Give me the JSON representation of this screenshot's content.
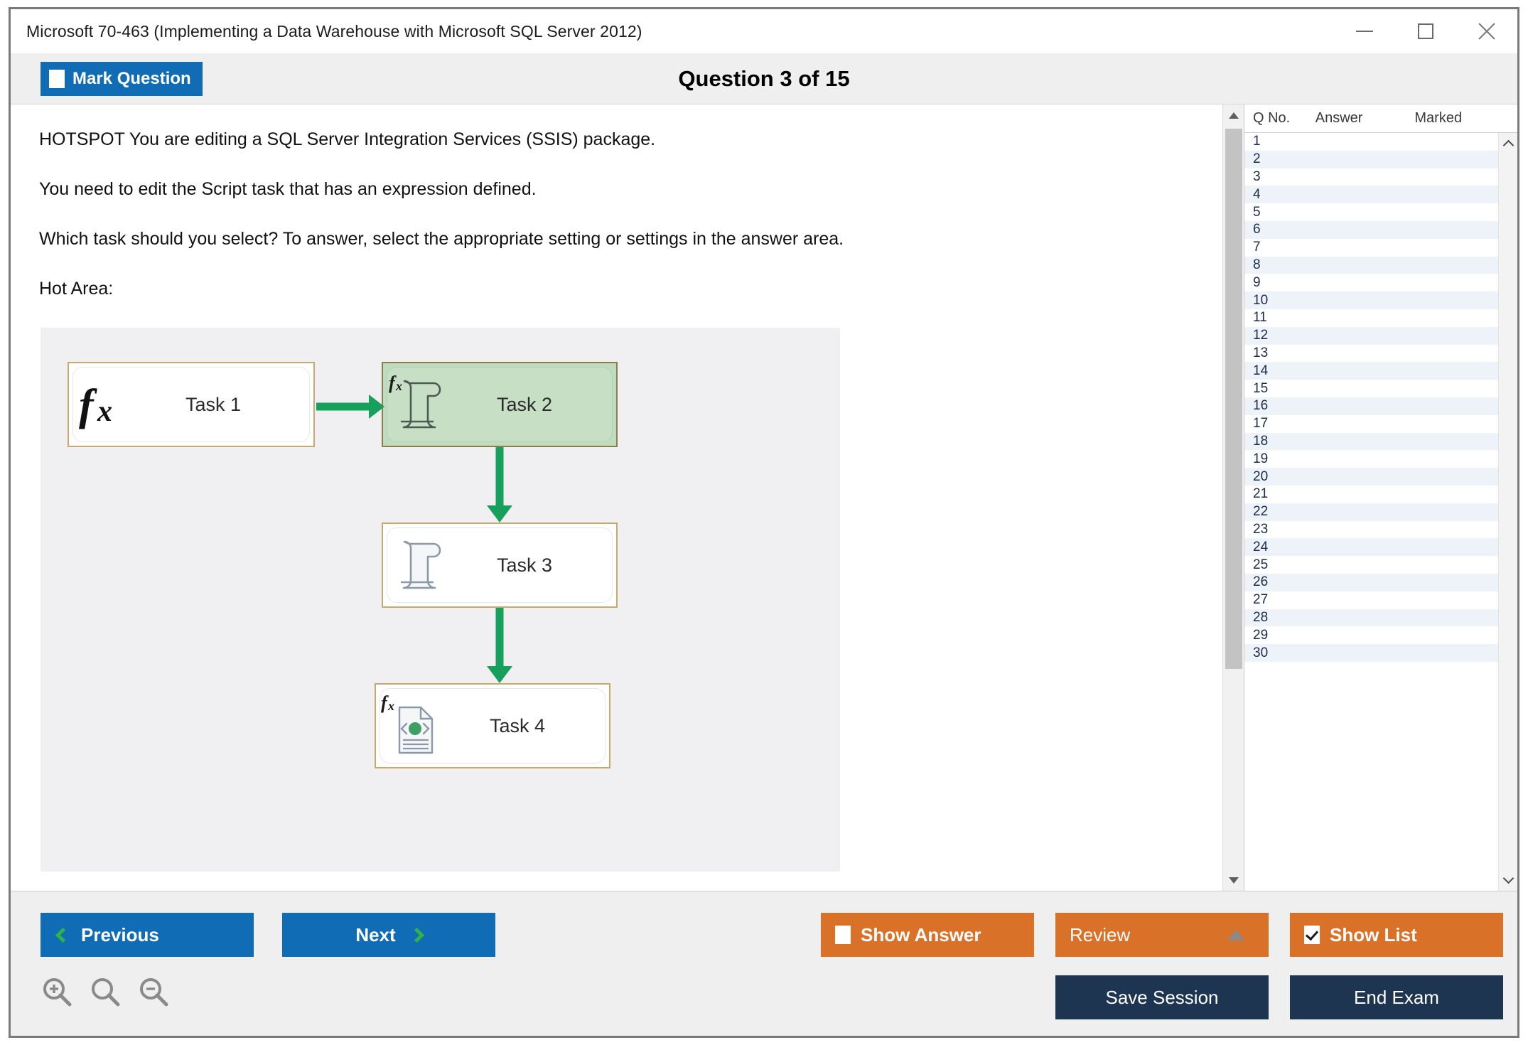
{
  "window": {
    "title": "Microsoft 70-463 (Implementing a Data Warehouse with Microsoft SQL Server 2012)",
    "controls": {
      "minimize": "minimize-icon",
      "maximize": "maximize-icon",
      "close": "close-icon"
    }
  },
  "toolbar": {
    "mark_question_label": "Mark Question",
    "mark_question_checked": false,
    "question_counter": "Question 3 of 15"
  },
  "question": {
    "paragraphs": [
      "HOTSPOT You are editing a SQL Server Integration Services (SSIS) package.",
      "You need to edit the Script task that has an expression defined.",
      "Which task should you select? To answer, select the appropriate setting or settings in the answer area.",
      "Hot Area:"
    ]
  },
  "diagram": {
    "tasks": [
      {
        "id": "task-1",
        "label": "Task 1",
        "icon": "fx-expression-icon",
        "selected": false
      },
      {
        "id": "task-2",
        "label": "Task 2",
        "icon": "script-task-with-expression-icon",
        "selected": true
      },
      {
        "id": "task-3",
        "label": "Task 3",
        "icon": "script-task-icon",
        "selected": false
      },
      {
        "id": "task-4",
        "label": "Task 4",
        "icon": "xml-task-with-expression-icon",
        "selected": false
      }
    ],
    "connectors": [
      {
        "from": "task-1",
        "to": "task-2",
        "direction": "right"
      },
      {
        "from": "task-2",
        "to": "task-3",
        "direction": "down"
      },
      {
        "from": "task-3",
        "to": "task-4",
        "direction": "down"
      }
    ]
  },
  "list_panel": {
    "columns": [
      "Q No.",
      "Answer",
      "Marked"
    ],
    "rows": [
      {
        "qno": "1",
        "answer": "",
        "marked": ""
      },
      {
        "qno": "2",
        "answer": "",
        "marked": ""
      },
      {
        "qno": "3",
        "answer": "",
        "marked": ""
      },
      {
        "qno": "4",
        "answer": "",
        "marked": ""
      },
      {
        "qno": "5",
        "answer": "",
        "marked": ""
      },
      {
        "qno": "6",
        "answer": "",
        "marked": ""
      },
      {
        "qno": "7",
        "answer": "",
        "marked": ""
      },
      {
        "qno": "8",
        "answer": "",
        "marked": ""
      },
      {
        "qno": "9",
        "answer": "",
        "marked": ""
      },
      {
        "qno": "10",
        "answer": "",
        "marked": ""
      },
      {
        "qno": "11",
        "answer": "",
        "marked": ""
      },
      {
        "qno": "12",
        "answer": "",
        "marked": ""
      },
      {
        "qno": "13",
        "answer": "",
        "marked": ""
      },
      {
        "qno": "14",
        "answer": "",
        "marked": ""
      },
      {
        "qno": "15",
        "answer": "",
        "marked": ""
      },
      {
        "qno": "16",
        "answer": "",
        "marked": ""
      },
      {
        "qno": "17",
        "answer": "",
        "marked": ""
      },
      {
        "qno": "18",
        "answer": "",
        "marked": ""
      },
      {
        "qno": "19",
        "answer": "",
        "marked": ""
      },
      {
        "qno": "20",
        "answer": "",
        "marked": ""
      },
      {
        "qno": "21",
        "answer": "",
        "marked": ""
      },
      {
        "qno": "22",
        "answer": "",
        "marked": ""
      },
      {
        "qno": "23",
        "answer": "",
        "marked": ""
      },
      {
        "qno": "24",
        "answer": "",
        "marked": ""
      },
      {
        "qno": "25",
        "answer": "",
        "marked": ""
      },
      {
        "qno": "26",
        "answer": "",
        "marked": ""
      },
      {
        "qno": "27",
        "answer": "",
        "marked": ""
      },
      {
        "qno": "28",
        "answer": "",
        "marked": ""
      },
      {
        "qno": "29",
        "answer": "",
        "marked": ""
      },
      {
        "qno": "30",
        "answer": "",
        "marked": ""
      }
    ]
  },
  "footer": {
    "previous_label": "Previous",
    "next_label": "Next",
    "show_answer_label": "Show Answer",
    "show_answer_checked": false,
    "review_label": "Review",
    "show_list_label": "Show List",
    "show_list_checked": true,
    "save_session_label": "Save Session",
    "end_exam_label": "End Exam",
    "zoom_in_icon": "zoom-in-icon",
    "zoom_reset_icon": "zoom-reset-icon",
    "zoom_out_icon": "zoom-out-icon"
  },
  "colors": {
    "blue": "#0f6cb5",
    "orange": "#da7129",
    "navy": "#1d3550",
    "green_arrow": "#17a05c",
    "task_border": "#c9a96a",
    "selected_task": "#c6dfc5",
    "row_alt": "#eef3f9"
  }
}
